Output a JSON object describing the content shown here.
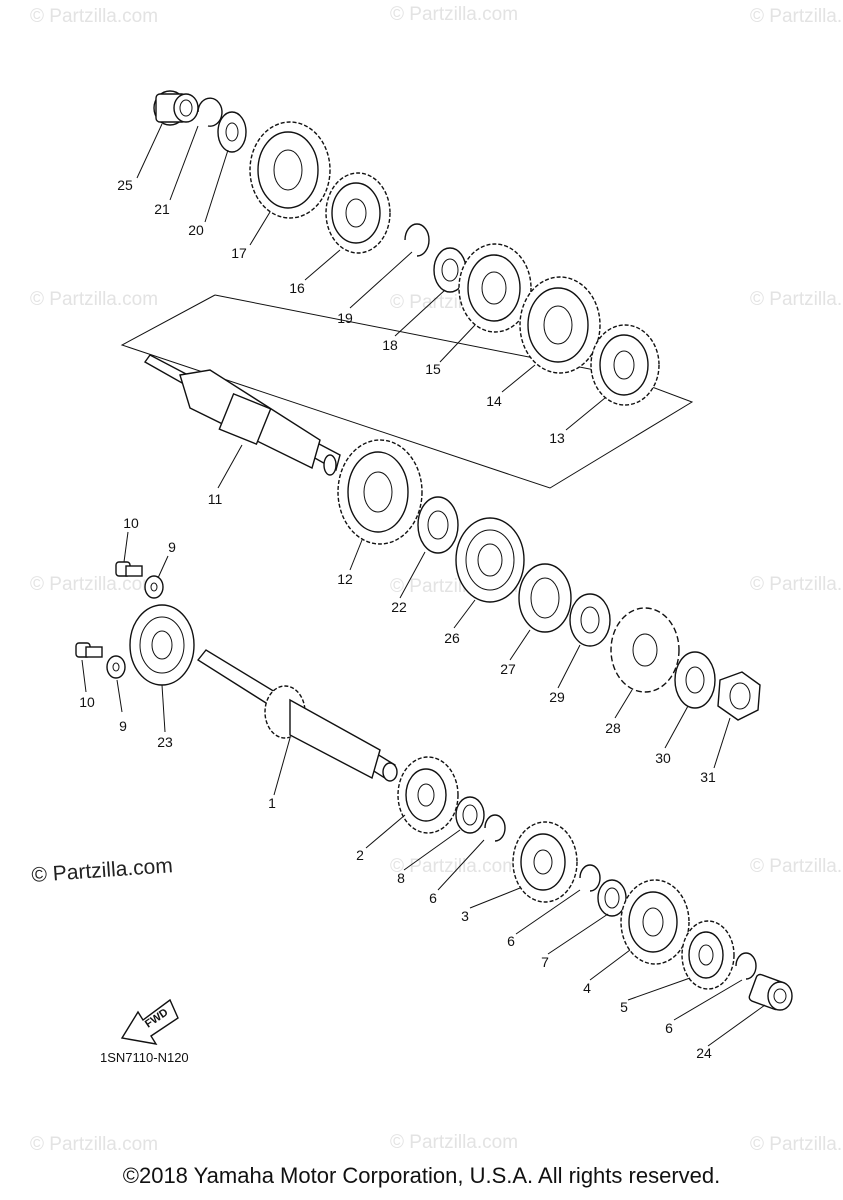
{
  "watermark": {
    "text": "© Partzilla.com"
  },
  "brand_watermark": {
    "text": "© Partzilla.com"
  },
  "diagram_code": "1SN7110-N120",
  "fwd_label": "FWD",
  "copyright": "©2018 Yamaha Motor Corporation, U.S.A. All rights reserved.",
  "callouts": [
    {
      "id": "25",
      "text": "25"
    },
    {
      "id": "21",
      "text": "21"
    },
    {
      "id": "20",
      "text": "20"
    },
    {
      "id": "17",
      "text": "17"
    },
    {
      "id": "16",
      "text": "16"
    },
    {
      "id": "19",
      "text": "19"
    },
    {
      "id": "18",
      "text": "18"
    },
    {
      "id": "15",
      "text": "15"
    },
    {
      "id": "14",
      "text": "14"
    },
    {
      "id": "13",
      "text": "13"
    },
    {
      "id": "11",
      "text": "11"
    },
    {
      "id": "12",
      "text": "12"
    },
    {
      "id": "22",
      "text": "22"
    },
    {
      "id": "26",
      "text": "26"
    },
    {
      "id": "27",
      "text": "27"
    },
    {
      "id": "29",
      "text": "29"
    },
    {
      "id": "28",
      "text": "28"
    },
    {
      "id": "30",
      "text": "30"
    },
    {
      "id": "31",
      "text": "31"
    },
    {
      "id": "10a",
      "text": "10"
    },
    {
      "id": "9a",
      "text": "9"
    },
    {
      "id": "10b",
      "text": "10"
    },
    {
      "id": "9b",
      "text": "9"
    },
    {
      "id": "23",
      "text": "23"
    },
    {
      "id": "1",
      "text": "1"
    },
    {
      "id": "2",
      "text": "2"
    },
    {
      "id": "8",
      "text": "8"
    },
    {
      "id": "6a",
      "text": "6"
    },
    {
      "id": "3",
      "text": "3"
    },
    {
      "id": "6b",
      "text": "6"
    },
    {
      "id": "7",
      "text": "7"
    },
    {
      "id": "4",
      "text": "4"
    },
    {
      "id": "5",
      "text": "5"
    },
    {
      "id": "6c",
      "text": "6"
    },
    {
      "id": "24",
      "text": "24"
    }
  ]
}
